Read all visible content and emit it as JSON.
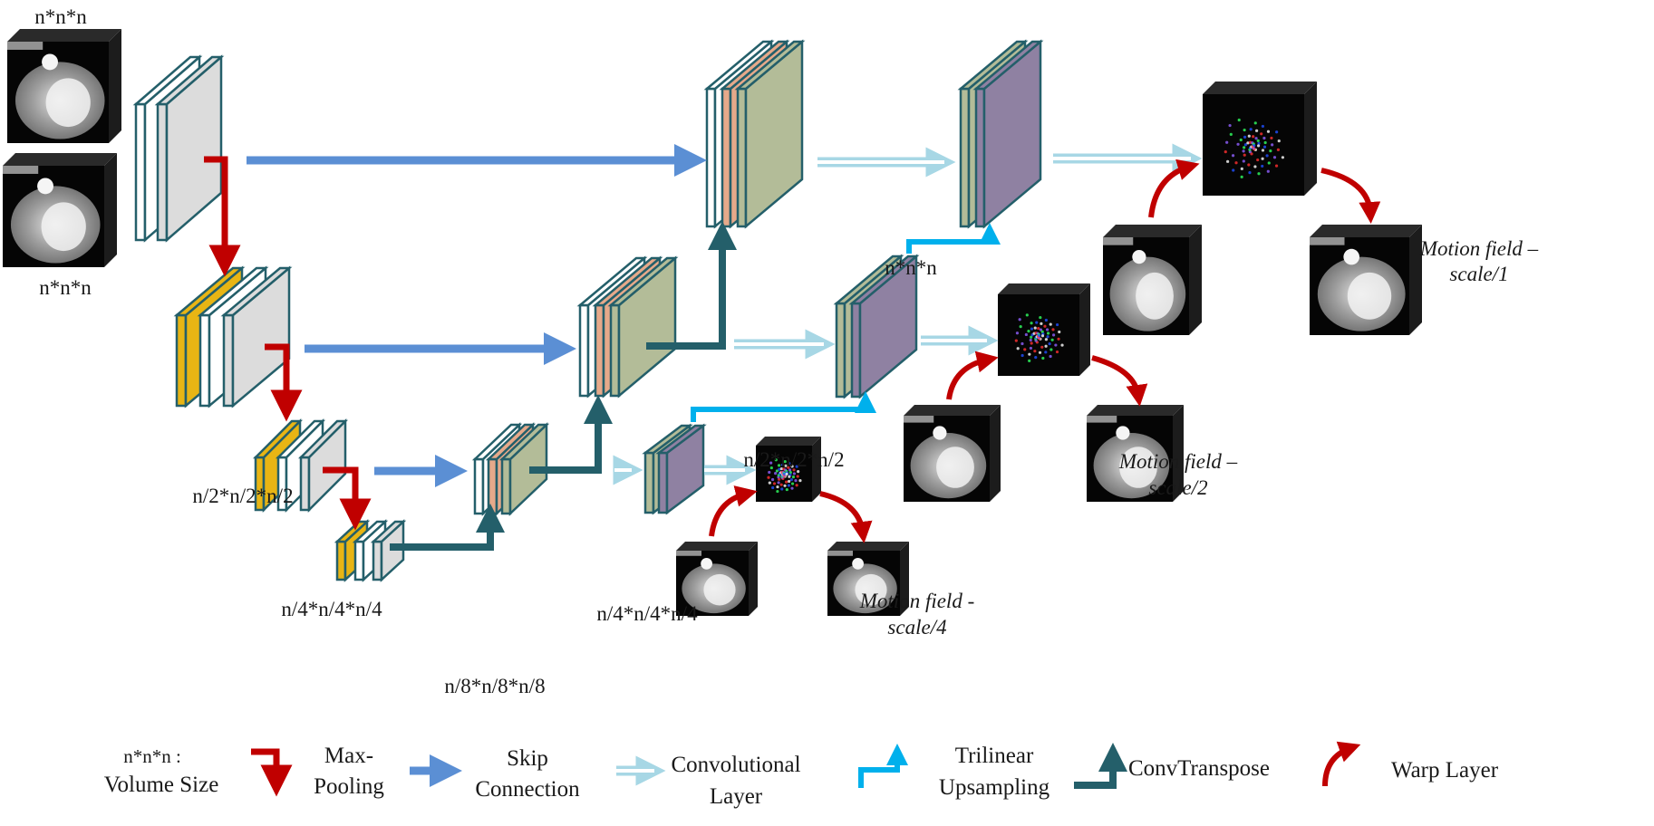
{
  "colors": {
    "white_layer": "#ffffff",
    "gray_layer": "#dcdcdc",
    "gold_layer": "#e8b514",
    "salmon_layer": "#e6a98a",
    "green_layer": "#b3bc98",
    "purple_layer": "#8f81a2",
    "layer_outline": "#245f6a",
    "maxpool": "#c00000",
    "skip": "#5b8fd4",
    "conv": "#a7d7e5",
    "upsample": "#00b0ec",
    "convtranspose": "#245f6a",
    "warp": "#c00000"
  },
  "labels": {
    "input_top": "n*n*n",
    "input_bottom": "n*n*n",
    "enc_l2": "n/2*n/2*n/2",
    "enc_l3": "n/4*n/4*n/4",
    "enc_l4": "n/8*n/8*n/8",
    "dec_l1": "n*n*n",
    "dec_l2": "n/2*n/2*n/2",
    "dec_l3": "n/4*n/4*n/4"
  },
  "motion_fields": {
    "scale1": [
      "Motion field –",
      "scale/1"
    ],
    "scale2": [
      "Motion field –",
      "scale/2"
    ],
    "scale4": [
      "Motion field -",
      "scale/4"
    ]
  },
  "legend": [
    {
      "icon": "volume-size",
      "lines": [
        "n*n*n :",
        "Volume Size"
      ]
    },
    {
      "icon": "maxpool-arrow-icon",
      "lines": [
        "Max-",
        "Pooling"
      ]
    },
    {
      "icon": "skip-arrow-icon",
      "lines": [
        "Skip",
        "Connection"
      ]
    },
    {
      "icon": "conv-arrow-icon",
      "lines": [
        "Convolutional",
        "Layer"
      ]
    },
    {
      "icon": "upsample-arrow-icon",
      "lines": [
        "Trilinear",
        "Upsampling"
      ]
    },
    {
      "icon": "convtranspose-arrow-icon",
      "lines": [
        "ConvTranspose"
      ]
    },
    {
      "icon": "warp-arrow-icon",
      "lines": [
        "Warp Layer"
      ]
    }
  ]
}
